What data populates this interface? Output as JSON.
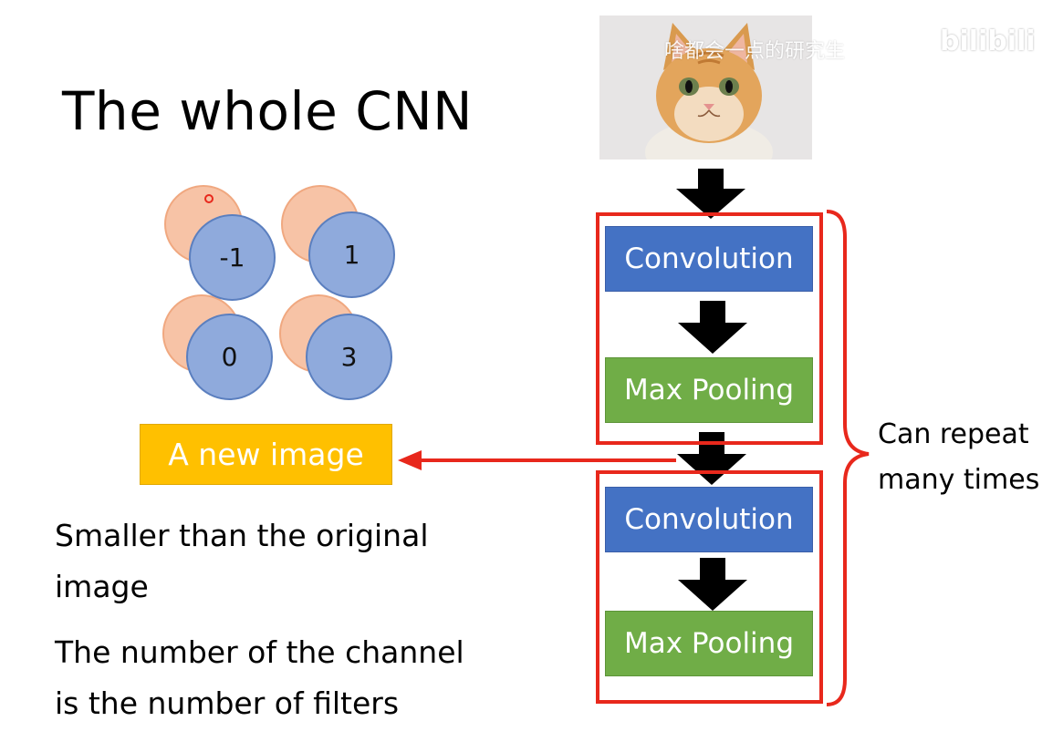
{
  "title": "The whole CNN",
  "feature_map": {
    "values": [
      "-1",
      "1",
      "0",
      "3"
    ]
  },
  "new_image_label": "A new image",
  "notes": [
    "Smaller than the original",
    "image",
    "The number of the channel",
    "is the number of filters"
  ],
  "pipeline": {
    "conv1": "Convolution",
    "pool1": "Max Pooling",
    "conv2": "Convolution",
    "pool2": "Max Pooling"
  },
  "repeat_note": [
    "Can repeat",
    "many times"
  ],
  "watermark": {
    "text": "啥都会一点的研究生",
    "logo": "bilibili"
  },
  "colors": {
    "conv": "#4472c4",
    "pool": "#70ad47",
    "new_image": "#ffc000",
    "frame": "#e8281c",
    "circle_front": "#8faadc",
    "circle_back": "#f7c3a6"
  }
}
